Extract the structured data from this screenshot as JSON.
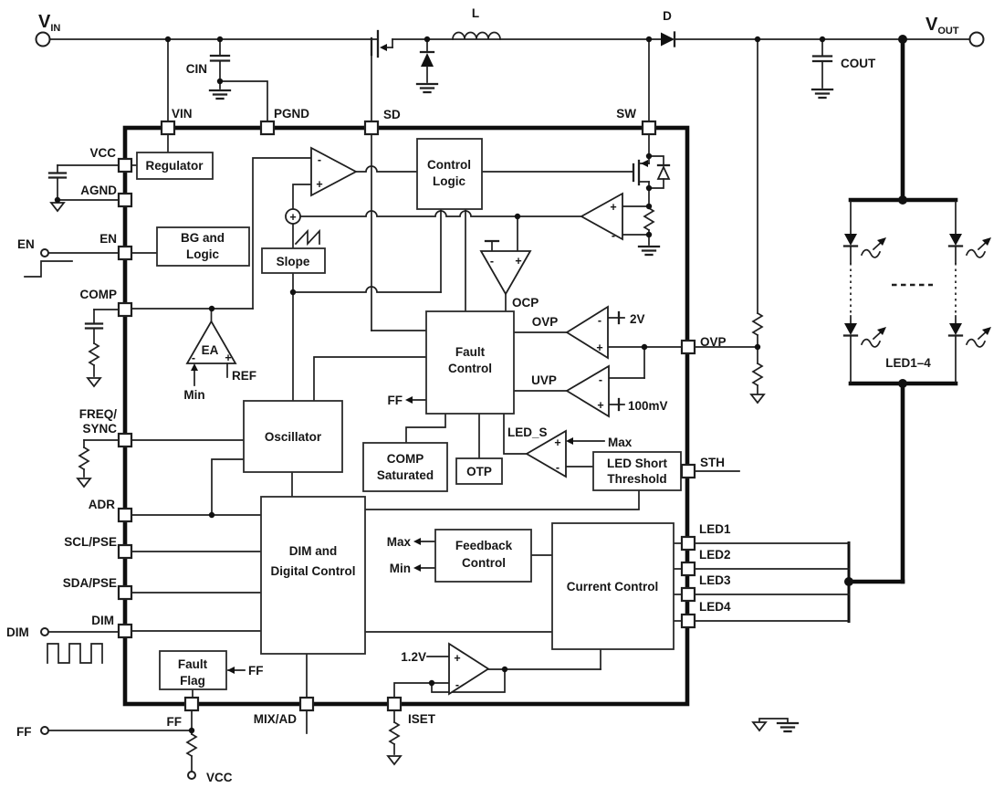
{
  "terminals": {
    "vin": "V",
    "vin_sub": "IN",
    "vout": "V",
    "vout_sub": "OUT",
    "en": "EN",
    "dim": "DIM",
    "ff": "FF",
    "vcc": "VCC"
  },
  "components": {
    "cin": "CIN",
    "cout": "COUT",
    "inductor": "L",
    "diode": "D",
    "led_string": "LED1–4"
  },
  "pins": {
    "vin": "VIN",
    "pgnd": "PGND",
    "sd": "SD",
    "sw": "SW",
    "vcc": "VCC",
    "agnd": "AGND",
    "en": "EN",
    "comp": "COMP",
    "freq1": "FREQ/",
    "freq2": "SYNC",
    "adr": "ADR",
    "scl": "SCL/PSE",
    "sda": "SDA/PSE",
    "dim": "DIM",
    "ff": "FF",
    "mixad": "MIX/AD",
    "iset": "ISET",
    "ovp": "OVP",
    "sth": "STH",
    "led1": "LED1",
    "led2": "LED2",
    "led3": "LED3",
    "led4": "LED4"
  },
  "blocks": {
    "regulator": "Regulator",
    "bg_1": "BG and",
    "bg_2": "Logic",
    "slope": "Slope",
    "control_1": "Control",
    "control_2": "Logic",
    "ea": "EA",
    "oscillator": "Oscillator",
    "fault_1": "Fault",
    "fault_2": "Control",
    "comp_sat_1": "COMP",
    "comp_sat_2": "Saturated",
    "otp": "OTP",
    "led_short_1": "LED Short",
    "led_short_2": "Threshold",
    "dim_1": "DIM and",
    "dim_2": "Digital Control",
    "feedback_1": "Feedback",
    "feedback_2": "Control",
    "current": "Current Control",
    "flag_1": "Fault",
    "flag_2": "Flag"
  },
  "signals": {
    "min": "Min",
    "ref": "REF",
    "ocp": "OCP",
    "ovp": "OVP",
    "uvp": "UVP",
    "ff": "FF",
    "v2": "2V",
    "mv100": "100mV",
    "led_s": "LED_S",
    "max": "Max",
    "v12": "1.2V"
  },
  "sym": {
    "plus": "+",
    "minus": "-"
  },
  "colors": {
    "ink": "#1a1a1a",
    "bg": "#ffffff"
  }
}
